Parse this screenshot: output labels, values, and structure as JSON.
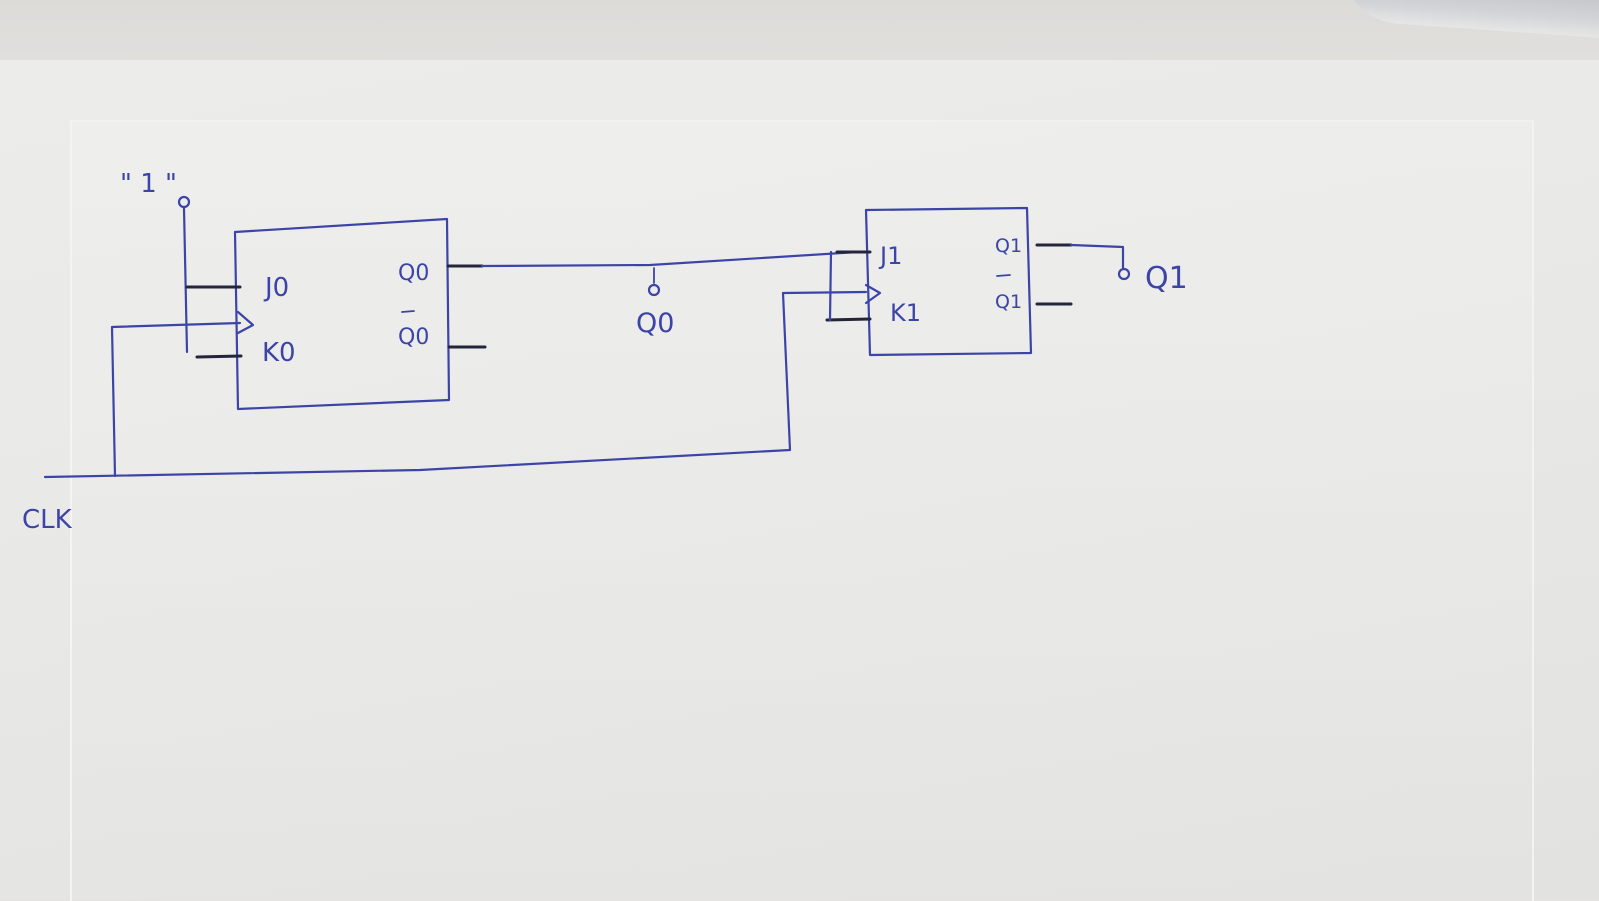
{
  "diagram": {
    "constant_input": "\" 1 \"",
    "clk_label": "CLK",
    "ff0": {
      "j_label": "J0",
      "k_label": "K0",
      "q_label": "Q0",
      "qbar_label": "Q0"
    },
    "ff1": {
      "j_label": "J1",
      "k_label": "K1",
      "q_label": "Q1",
      "qbar_label": "Q1"
    },
    "q0_output_label": "Q0",
    "q1_output_label": "Q1"
  },
  "colors": {
    "ink": "#3c44a8",
    "pin": "#23253a",
    "paper": "#ececea"
  }
}
